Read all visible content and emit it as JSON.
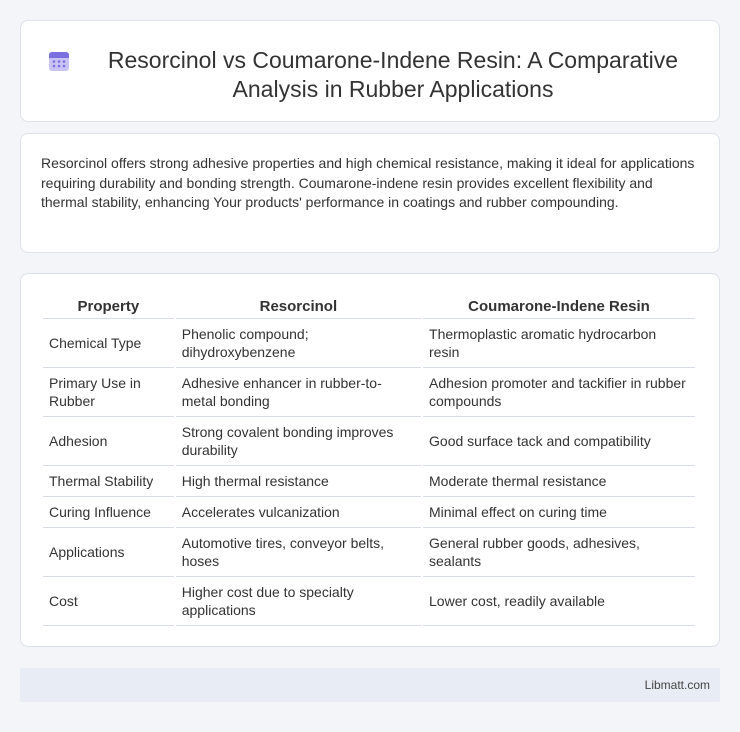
{
  "header": {
    "title": "Resorcinol vs Coumarone-Indene Resin: A Comparative Analysis in Rubber Applications",
    "icon": "calendar-icon"
  },
  "summary": {
    "text": "Resorcinol offers strong adhesive properties and high chemical resistance, making it ideal for applications requiring durability and bonding strength. Coumarone-indene resin provides excellent flexibility and thermal stability, enhancing Your products' performance in coatings and rubber compounding."
  },
  "table": {
    "headers": [
      "Property",
      "Resorcinol",
      "Coumarone-Indene Resin"
    ],
    "rows": [
      [
        "Chemical Type",
        "Phenolic compound; dihydroxybenzene",
        "Thermoplastic aromatic hydrocarbon resin"
      ],
      [
        "Primary Use in Rubber",
        "Adhesive enhancer in rubber-to-metal bonding",
        "Adhesion promoter and tackifier in rubber compounds"
      ],
      [
        "Adhesion",
        "Strong covalent bonding improves durability",
        "Good surface tack and compatibility"
      ],
      [
        "Thermal Stability",
        "High thermal resistance",
        "Moderate thermal resistance"
      ],
      [
        "Curing Influence",
        "Accelerates vulcanization",
        "Minimal effect on curing time"
      ],
      [
        "Applications",
        "Automotive tires, conveyor belts, hoses",
        "General rubber goods, adhesives, sealants"
      ],
      [
        "Cost",
        "Higher cost due to specialty applications",
        "Lower cost, readily available"
      ]
    ]
  },
  "footer": {
    "site": "Libmatt.com"
  },
  "colors": {
    "icon_accent": "#7b6fe0",
    "icon_light": "#c9c3f5",
    "background": "#f3f5f9",
    "footer_bg": "#e8edf5"
  }
}
